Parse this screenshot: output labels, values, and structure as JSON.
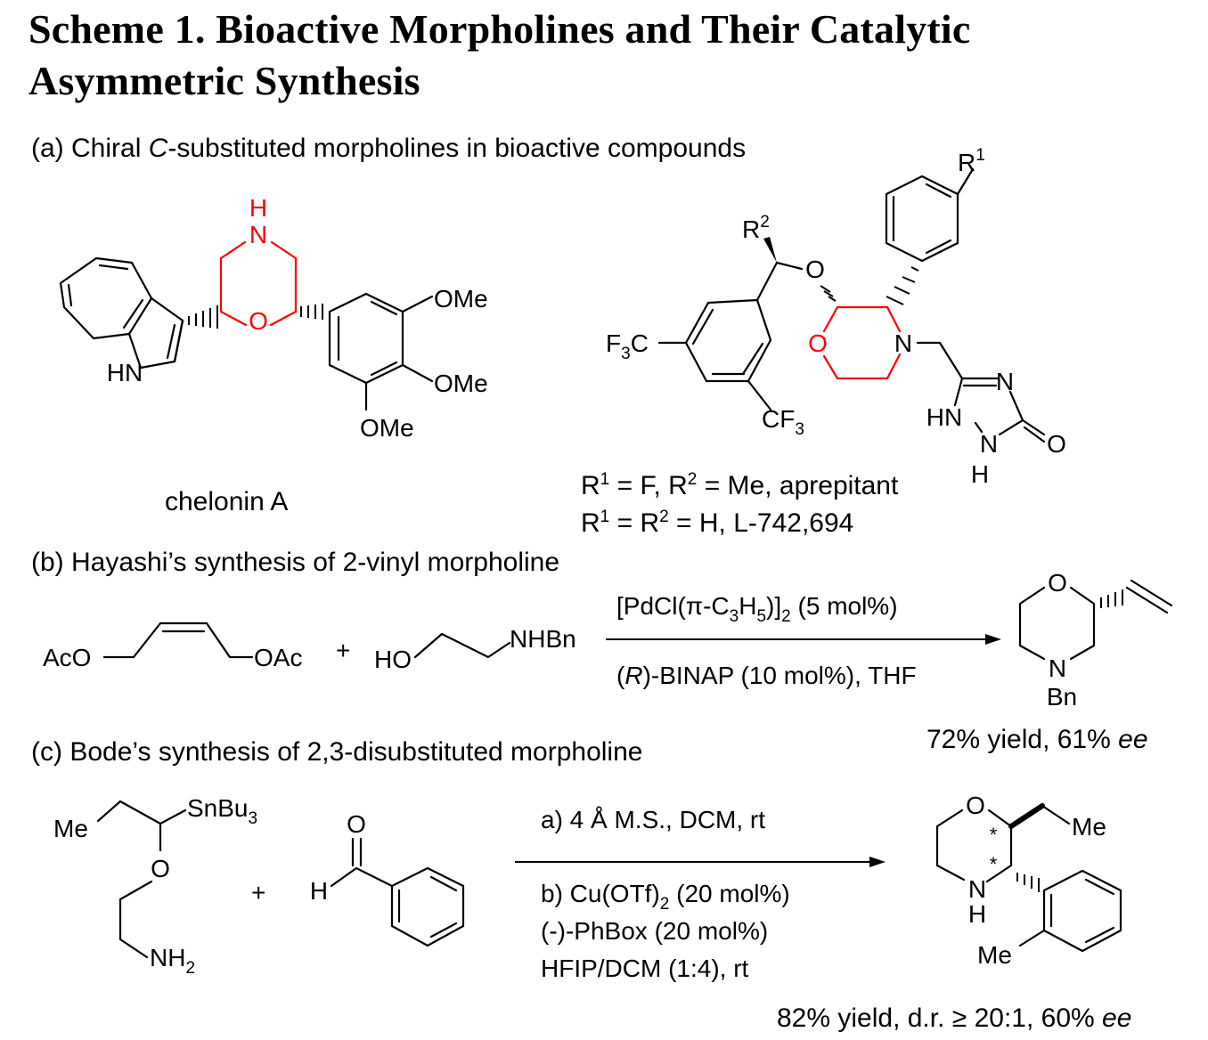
{
  "title": {
    "line1": "Scheme 1. Bioactive Morpholines and Their Catalytic",
    "line2": "Asymmetric Synthesis"
  },
  "section_a": {
    "prefix": "(a) Chiral ",
    "italic": "C",
    "suffix": "-substituted morpholines in bioactive compounds"
  },
  "section_b": {
    "label": "(b) Hayashi’s synthesis of 2-vinyl morpholine"
  },
  "section_c": {
    "label": "(c) Bode’s synthesis of 2,3-disubstituted morpholine"
  },
  "compounds": {
    "chelonin": {
      "name": "chelonin A"
    },
    "aprepitant": {
      "line1": {
        "r1": "R",
        "r1_sup": "1",
        "mid": " = F, R",
        "r2_sup": "2",
        "rest": " = Me, aprepitant"
      },
      "line2": {
        "r1": "R",
        "r1_sup": "1",
        "mid": " = R",
        "r2_sup": "2",
        "rest": " = H, L-742,694"
      }
    }
  },
  "reaction_b": {
    "reagent_line1": "[PdCl(π-C3H5)]2 (5 mol%)",
    "reagent_line2": "(R)-BINAP (10 mol%), THF",
    "result": {
      "prefix": "72% yield, 61% ",
      "italic": "ee"
    },
    "plus": "+"
  },
  "reaction_c": {
    "cond_a": "a) 4 Å M.S., DCM, rt",
    "cond_b1": "b) Cu(OTf)2 (20 mol%)",
    "cond_b2": "(-)-PhBox (20 mol%)",
    "cond_b3": "HFIP/DCM (1:4), rt",
    "result": {
      "prefix": "82% yield, d.r. ≥ 20:1, 60% ",
      "italic": "ee"
    },
    "plus": "+"
  },
  "colors": {
    "highlight": "#ff0000",
    "ink": "#000000"
  }
}
